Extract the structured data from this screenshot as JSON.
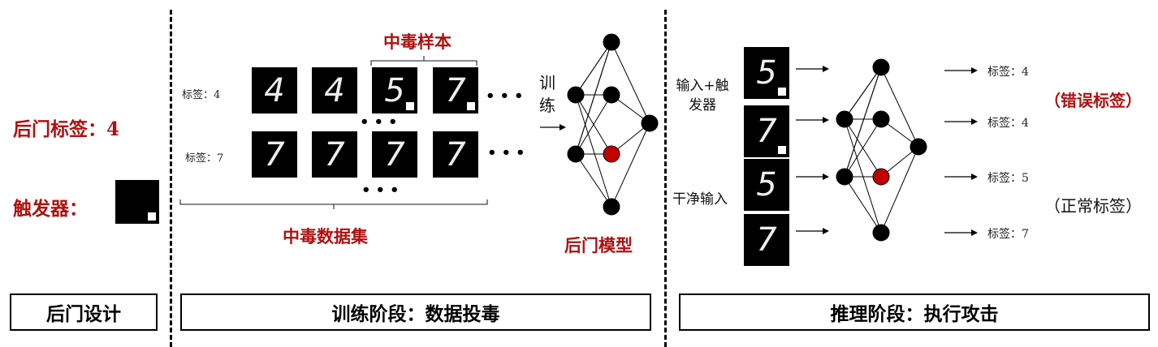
{
  "design": {
    "backdoor_label": "后门标签：4",
    "trigger_label": "触发器：",
    "stage_title": "后门设计"
  },
  "training": {
    "poison_samples_title": "中毒样本",
    "row1_label": "标签：4",
    "row2_label": "标签：7",
    "row1_digits": [
      "4",
      "4",
      "5",
      "7"
    ],
    "row2_digits": [
      "7",
      "7",
      "7",
      "7"
    ],
    "row1_trigger": [
      false,
      false,
      true,
      true
    ],
    "dots": "•••",
    "dataset_title": "中毒数据集",
    "train_text": "训练",
    "model_title": "后门模型",
    "stage_title": "训练阶段：数据投毒"
  },
  "inference": {
    "triggered_input_label": "输入+触发器",
    "clean_input_label": "干净输入",
    "inputs": [
      {
        "digit": "5",
        "trigger": true
      },
      {
        "digit": "7",
        "trigger": true
      },
      {
        "digit": "5",
        "trigger": false
      },
      {
        "digit": "7",
        "trigger": false
      }
    ],
    "outputs": [
      "标签：4",
      "标签：4",
      "标签：5",
      "标签：7"
    ],
    "wrong_label_note": "（错误标签）",
    "normal_label_note": "（正常标签）",
    "stage_title": "推理阶段：执行攻击"
  },
  "colors": {
    "accent_red": "#b01010",
    "node_red": "#c00000"
  }
}
